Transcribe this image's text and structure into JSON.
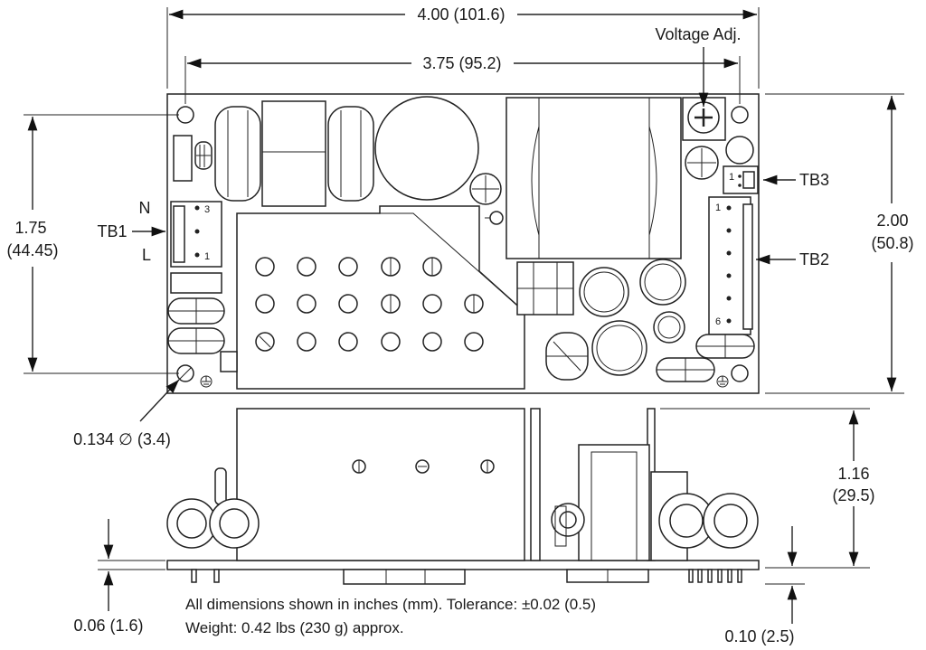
{
  "dimensions": {
    "overall_width": "4.00 (101.6)",
    "hole_spacing": "3.75 (95.2)",
    "hole_spacing_vertical_in": "1.75",
    "hole_spacing_vertical_mm": "(44.45)",
    "overall_height_in": "2.00",
    "overall_height_mm": "(50.8)",
    "side_height_in": "1.16",
    "side_height_mm": "(29.5)",
    "hole_diameter": "0.134 ∅ (3.4)",
    "board_thickness": "0.06 (1.6)",
    "pin_length": "0.10 (2.5)"
  },
  "labels": {
    "voltage_adj": "Voltage Adj.",
    "tb1": "TB1",
    "tb2": "TB2",
    "tb3": "TB3",
    "neutral": "N",
    "line": "L",
    "tb1_pin3": "3",
    "tb1_pin1": "1",
    "tb2_pin1": "1",
    "tb2_pin6": "6",
    "tb3_pin1": "1"
  },
  "notes": {
    "line1": "All dimensions shown in inches (mm). Tolerance: ±0.02 (0.5)",
    "line2": "Weight: 0.42 lbs (230 g) approx."
  }
}
